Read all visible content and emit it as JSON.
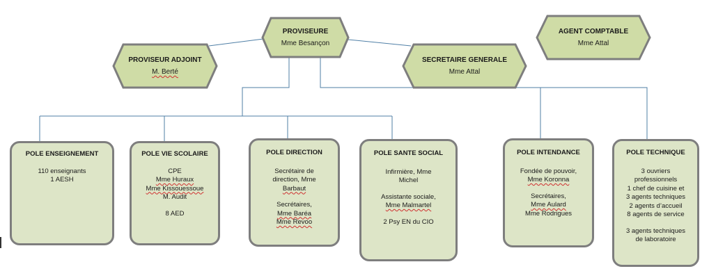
{
  "colors": {
    "fill": "#cfdca6",
    "box_fill": "#dde5c7",
    "border": "#7e7e7e",
    "connector": "#4f7fa6"
  },
  "top": {
    "proviseure": {
      "title": "PROVISEURE",
      "name": "Mme Besançon"
    },
    "adjoint": {
      "title": "PROVISEUR ADJOINT",
      "name": "M. Berté"
    },
    "secretaire": {
      "title": "SECRETAIRE GENERALE",
      "name": "Mme Attal"
    },
    "comptable": {
      "title": "AGENT COMPTABLE",
      "name": "Mme Attal"
    }
  },
  "poles": {
    "enseignement": {
      "title": "POLE ENSEIGNEMENT",
      "lines": [
        "110 enseignants",
        "1 AESH"
      ]
    },
    "vie_scolaire": {
      "title": "POLE VIE SCOLAIRE",
      "lines": [
        "CPE",
        "Mme Huraux",
        "Mme Kissouessoue",
        "M. Audit",
        "",
        "8 AED"
      ]
    },
    "direction": {
      "title": "POLE DIRECTION",
      "lines": [
        "Secrétaire de",
        "direction, Mme",
        "Barbaut",
        "",
        "Secrétaires,",
        "Mme Baréa",
        "Mme Revoo"
      ]
    },
    "sante_social": {
      "title": "POLE SANTE SOCIAL",
      "lines": [
        "Infirmière, Mme",
        "Michel",
        "",
        "Assistante sociale,",
        "Mme Malmartel",
        "",
        "2 Psy EN du CIO"
      ]
    },
    "intendance": {
      "title": "POLE INTENDANCE",
      "lines": [
        "Fondée de pouvoir,",
        "Mme Koronna",
        "",
        "Secrétaires,",
        "Mme Aulard",
        "Mme Rodrigues"
      ]
    },
    "technique": {
      "title": "POLE TECHNIQUE",
      "lines": [
        "3 ouvriers",
        "professionnels",
        "1 chef de cuisine et",
        "3 agents techniques",
        "2 agents d’accueil",
        "8 agents de service",
        "",
        "3 agents techniques",
        "de laboratoire"
      ]
    }
  }
}
